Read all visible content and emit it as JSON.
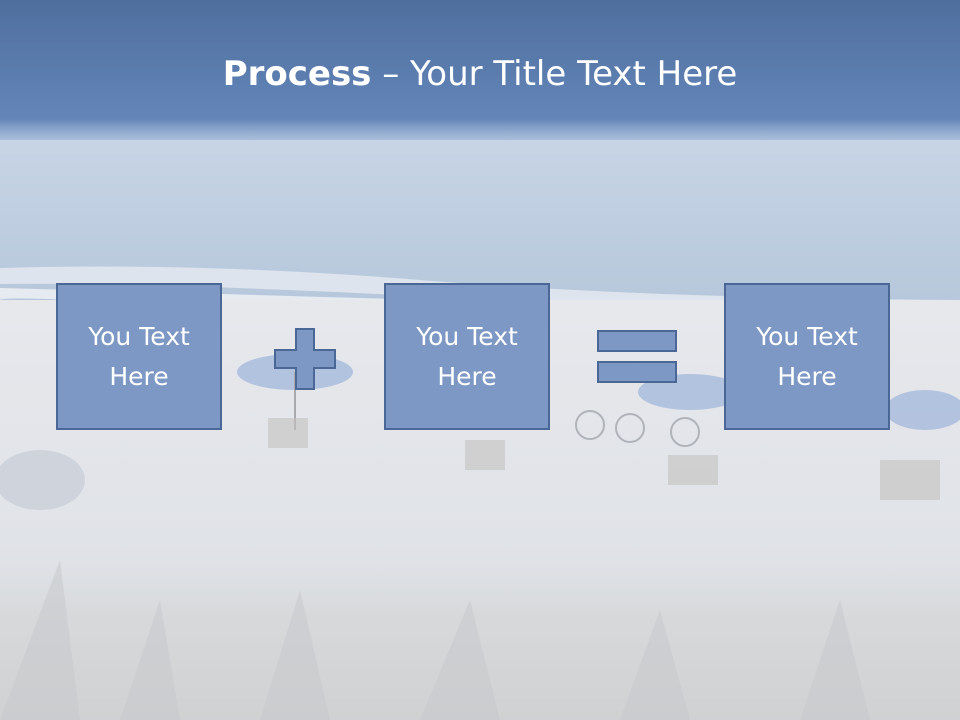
{
  "slide": {
    "title_bold": "Process",
    "title_rest": " – Your Title Text Here"
  },
  "process": {
    "boxes": [
      {
        "text": "You Text Here"
      },
      {
        "text": "You Text Here"
      },
      {
        "text": "You Text Here"
      }
    ],
    "operators": [
      "plus-icon",
      "equals-icon"
    ]
  },
  "colors": {
    "title_band": "#5b7fb1",
    "box_fill": "#7d98c4",
    "box_border": "#4a6796",
    "title_text": "#ffffff"
  }
}
